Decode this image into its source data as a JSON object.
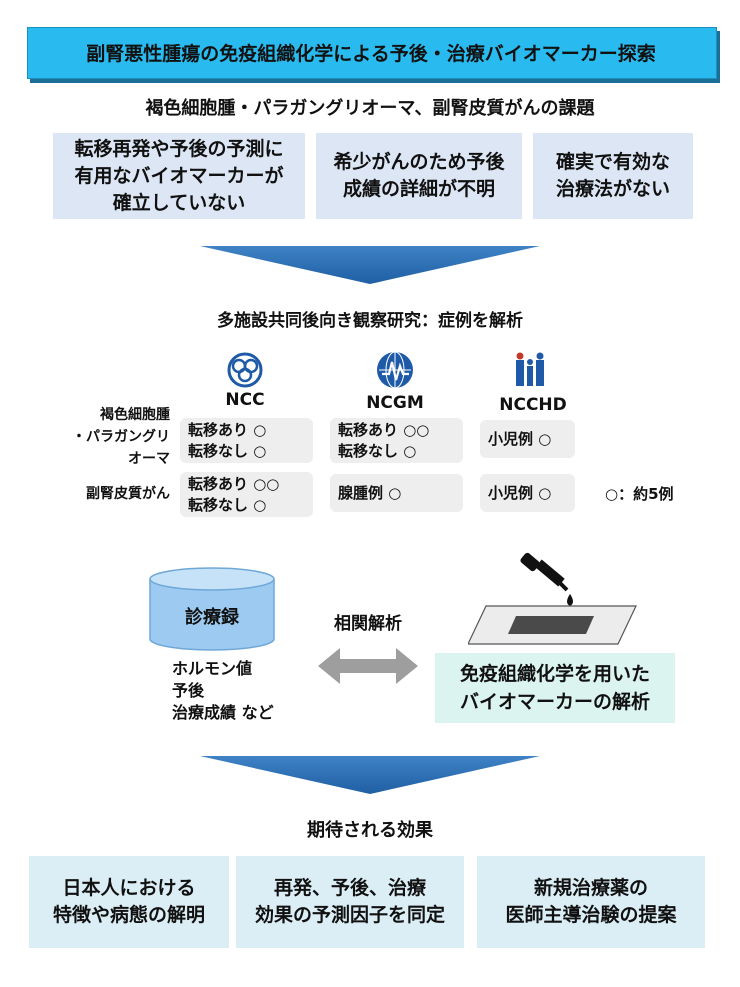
{
  "title": "副腎悪性腫瘍の免疫組織化学による予後・治療バイオマーカー探索",
  "issues_heading": "褐色細胞腫・パラガングリオーマ、副腎皮質がんの課題",
  "issues": [
    "転移再発や予後の予測に\n有用なバイオマーカーが\n確立していない",
    "希少がんのため予後\n成績の詳細が不明",
    "確実で有効な\n治療法がない"
  ],
  "study_heading": "多施設共同後向き観察研究：症例を解析",
  "institutions": [
    "NCC",
    "NCGM",
    "NCCHD"
  ],
  "row_labels": [
    "褐色細胞腫\n・パラガングリ\nオーマ",
    "副腎皮質がん"
  ],
  "cells": {
    "r1_ncc": "転移あり ○\n転移なし ○",
    "r1_ncgm": "転移あり ○○\n転移なし ○",
    "r1_ncchd": "小児例 ○",
    "r2_ncc": "転移あり ○○\n転移なし ○",
    "r2_ncgm": "腺腫例 ○",
    "r2_ncchd": "小児例 ○"
  },
  "legend": "○：約5例",
  "records_label": "診療録",
  "records_items": "ホルモン値\n予後\n治療成績 など",
  "correlation_label": "相関解析",
  "ihc_label": "免疫組織化学を用いた\nバイオマーカーの解析",
  "effects_heading": "期待される効果",
  "effects": [
    "日本人における\n特徴や病態の解明",
    "再発、予後、治療\n効果の予測因子を同定",
    "新規治療薬の\n医師主導治験の提案"
  ],
  "colors": {
    "title_bar": "#29bbef",
    "arrow": "#2e6fb5",
    "issue_box": "#dce6f4",
    "effect_box": "#dbeef5",
    "ihc_box": "#dcf4f0",
    "cylinder": "#9ccaf0"
  },
  "icons": [
    "ncc-logo-icon",
    "ncgm-logo-icon",
    "ncchd-logo-icon",
    "database-icon",
    "double-arrow-icon",
    "dropper-icon",
    "slide-icon",
    "down-arrow-icon"
  ]
}
